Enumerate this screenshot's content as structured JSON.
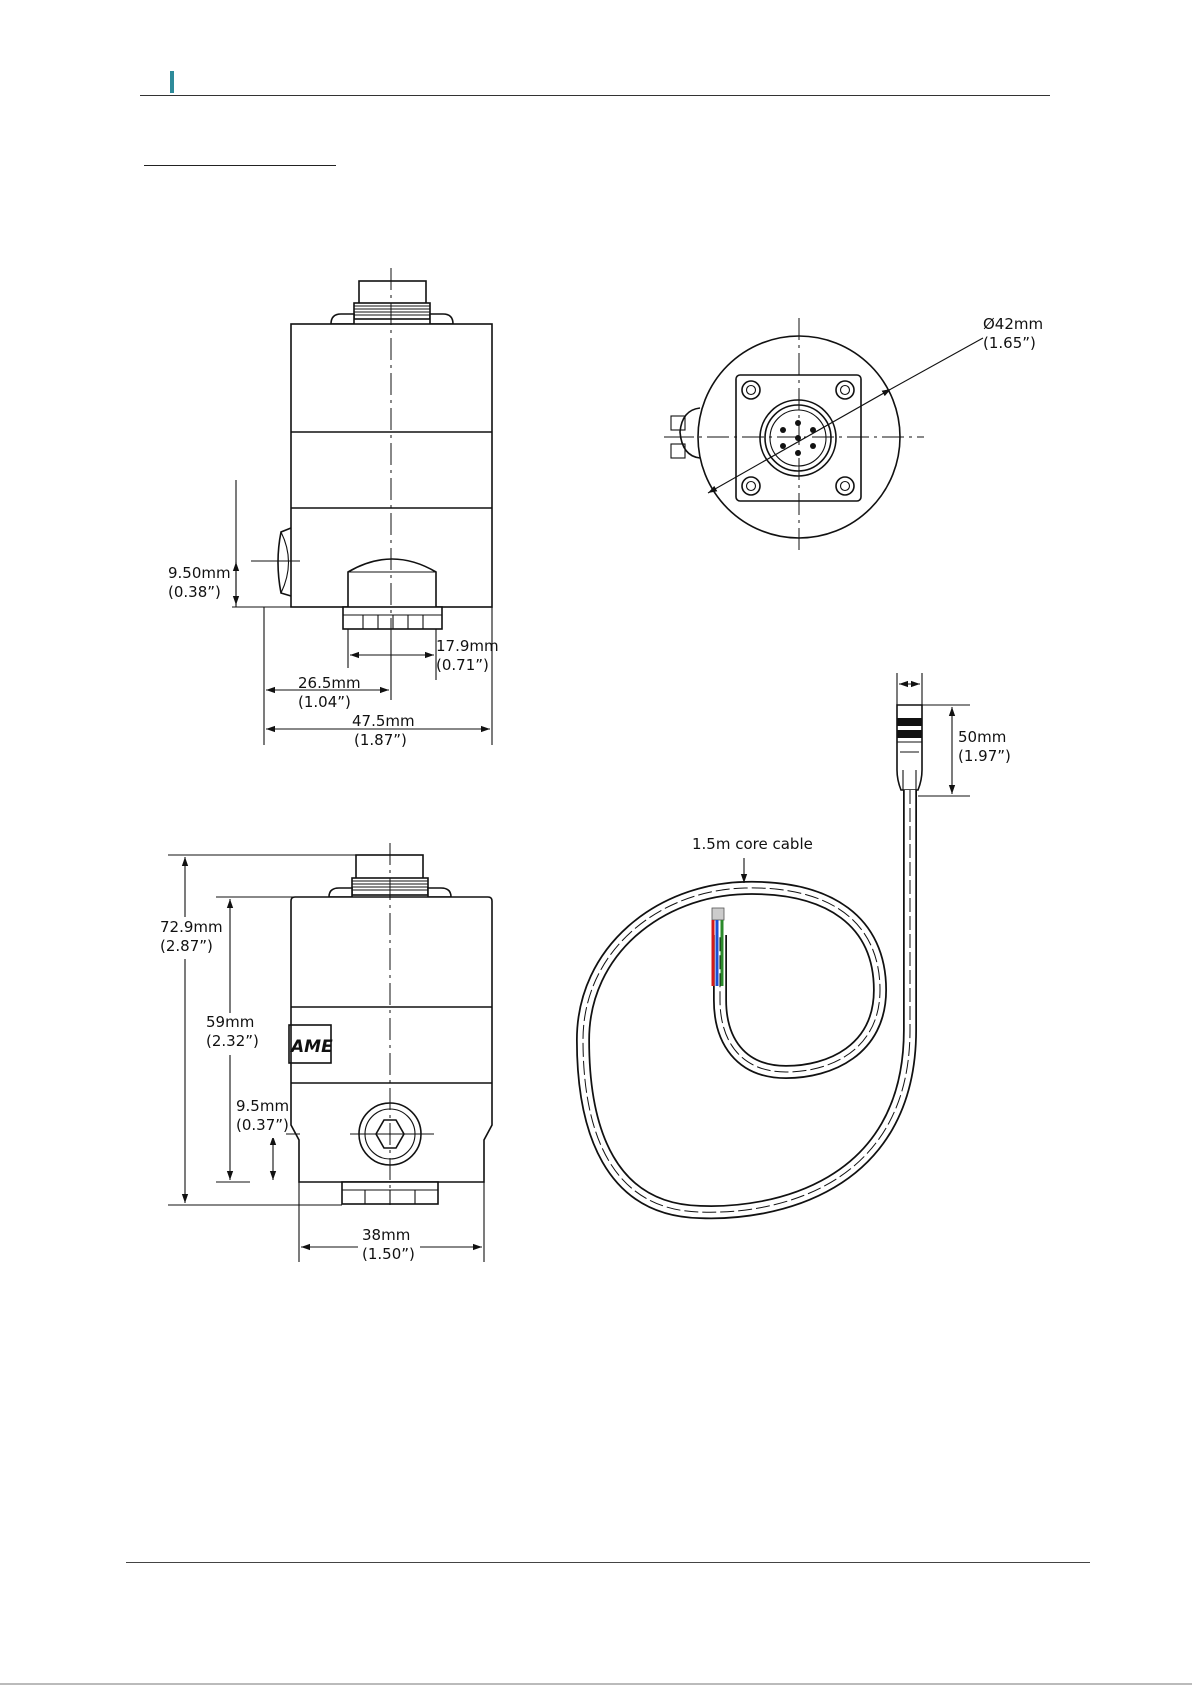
{
  "side_view": {
    "dim_offset": {
      "mm": "9.50mm",
      "inch": "(0.38”)"
    },
    "dim_connector": {
      "mm": "17.9mm",
      "inch": "(0.71”)"
    },
    "dim_center": {
      "mm": "26.5mm",
      "inch": "(1.04”)"
    },
    "dim_width": {
      "mm": "47.5mm",
      "inch": "(1.87”)"
    }
  },
  "top_view": {
    "dim_diameter": {
      "mm": "Ø42mm",
      "inch": "(1.65”)"
    }
  },
  "front_view": {
    "dim_total_height": {
      "mm": "72.9mm",
      "inch": "(2.87”)"
    },
    "dim_body_height": {
      "mm": "59mm",
      "inch": "(2.32”)"
    },
    "dim_port_height": {
      "mm": "9.5mm",
      "inch": "(0.37”)"
    },
    "dim_width": {
      "mm": "38mm",
      "inch": "(1.50”)"
    },
    "logo_text": "AME"
  },
  "cable": {
    "label": "1.5m core cable",
    "dim_connector_length": {
      "mm": "50mm",
      "inch": "(1.97”)"
    },
    "wire_colors": [
      "#d21b1b",
      "#1a4fd6",
      "#2a8a2a",
      "#cccccc"
    ]
  },
  "colors": {
    "accent": "#2e8b9a"
  }
}
